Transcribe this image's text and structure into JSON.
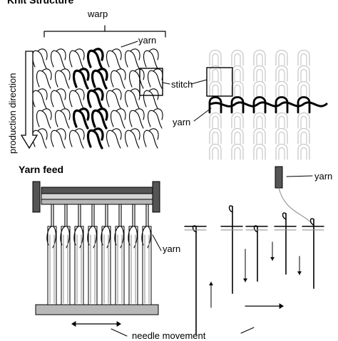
{
  "titles": {
    "knit_structure": "Knit Structure",
    "yarn_feed": "Yarn feed"
  },
  "labels": {
    "warp": "warp",
    "yarn_top": "yarn",
    "production_direction": "production direction",
    "stitch": "stitch",
    "yarn_side": "yarn",
    "yarn_spool": "yarn",
    "yarn_guide": "yarn",
    "needle_movement": "needle movement"
  },
  "colors": {
    "line": "#000000",
    "yarn_gray": "#8a8a8a",
    "light_yarn": "#bdbdbd",
    "roller_dark": "#555555",
    "roller_light": "#d4d4d4",
    "bar_gray": "#b8b8b8"
  }
}
